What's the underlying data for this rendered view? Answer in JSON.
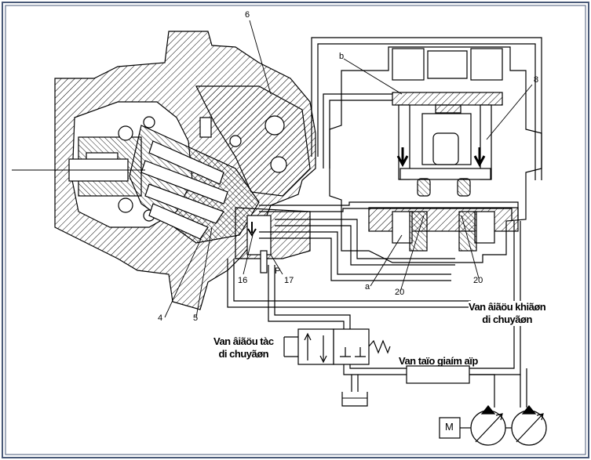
{
  "part_numbers": {
    "p6": "6",
    "pb": "b",
    "p8": "8",
    "p16": "16",
    "pP": "P",
    "p17": "17",
    "p4": "4",
    "p5": "5",
    "pa": "a",
    "p20a": "20",
    "p20b": "20"
  },
  "labels": {
    "travel_valve": [
      "Van âiãöu tàc",
      "di chuyãøn"
    ],
    "speed_valve": [
      "Van âiãöu khiãøn",
      "di chuyãøn"
    ],
    "pressure_valve": "Van taïo giaím aïp",
    "motor": "M"
  },
  "colors": {
    "line": "#000000",
    "background": "#ffffff",
    "frame": "#4a5a78"
  }
}
